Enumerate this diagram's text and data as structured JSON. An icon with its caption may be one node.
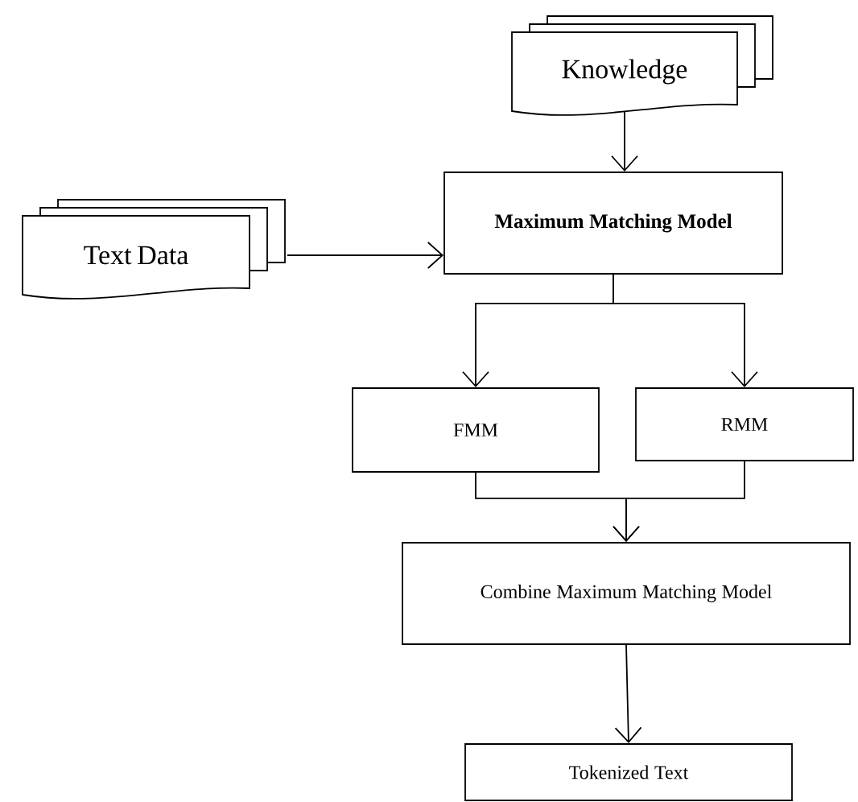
{
  "diagram": {
    "nodes": [
      {
        "text": [
          "Knowledge"
        ]
      },
      {
        "text": [
          "Text Data"
        ]
      },
      {
        "text": [
          "**Maximum Matching Model**"
        ]
      },
      {
        "text": [
          "FMM"
        ]
      },
      {
        "text": [
          "RMM"
        ]
      },
      {
        "text": [
          "Combine Maximum Matching Model"
        ]
      },
      {
        "text": [
          "Tokenized Text"
        ]
      }
    ],
    "edges": [
      {
        "from": 0,
        "to": 2,
        "arrow": "to"
      },
      {
        "from": 1,
        "to": 2,
        "arrow": "to"
      },
      {
        "from": 2,
        "to": 3,
        "arrow": "to"
      },
      {
        "from": 2,
        "to": 4,
        "arrow": "to"
      },
      {
        "from": 3,
        "to": 5,
        "arrow": "to"
      },
      {
        "from": 4,
        "to": 5,
        "arrow": "to"
      },
      {
        "from": 5,
        "to": 6,
        "arrow": "to"
      }
    ]
  }
}
